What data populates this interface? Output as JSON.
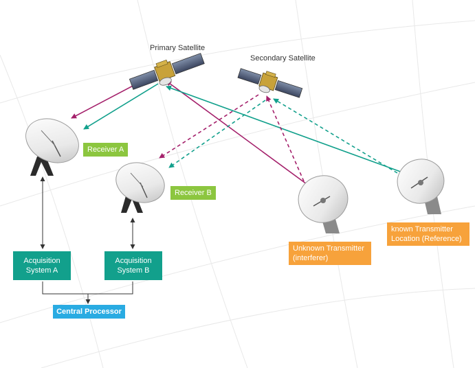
{
  "satellites": {
    "primary": "Primary Satellite",
    "secondary": "Secondary Satellite"
  },
  "receivers": {
    "a": "Receiver A",
    "b": "Receiver B"
  },
  "acquisition": {
    "a": [
      "Acquisition",
      "System A"
    ],
    "b": [
      "Acquisition",
      "System B"
    ]
  },
  "central_processor": "Central Processor",
  "transmitters": {
    "unknown": [
      "Unknown Transmitter",
      "(interferer)"
    ],
    "known": [
      "known Transmitter",
      "Location (Reference)"
    ]
  },
  "colors": {
    "magenta": "#a4206b",
    "teal": "#12a08c",
    "green": "#8cc63f",
    "orange": "#f7a23b",
    "blue": "#29abe2",
    "gridline": "#e6e6e6",
    "arrow_dark": "#333333"
  }
}
